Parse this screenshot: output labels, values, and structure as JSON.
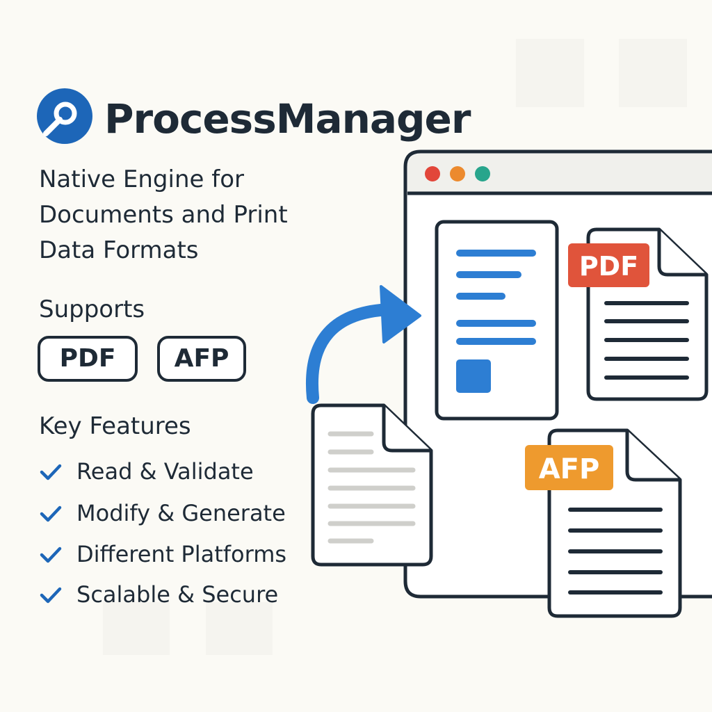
{
  "brand": {
    "name": "ProcessManager",
    "logo_icon": "circle-key-logo-icon",
    "accent_color": "#1d66b8"
  },
  "tagline": {
    "lines": [
      "Native Engine for",
      "Documents and Print",
      "Data Formats"
    ]
  },
  "supports": {
    "heading": "Supports",
    "formats": [
      "PDF",
      "AFP"
    ]
  },
  "features": {
    "heading": "Key Features",
    "check_color": "#1d66b8",
    "items": [
      "Read & Validate",
      "Modify & Generate",
      "Different Platforms",
      "Scalable & Secure"
    ]
  },
  "illustration": {
    "window_dots": [
      "#e2463a",
      "#ec8a2e",
      "#28a58c"
    ],
    "pdf_badge": {
      "label": "PDF",
      "color": "#e0543b"
    },
    "afp_badge": {
      "label": "AFP",
      "color": "#ee9a2e"
    },
    "arrow_color": "#2d7ed3",
    "document_line_color": "#2d7ed3"
  }
}
